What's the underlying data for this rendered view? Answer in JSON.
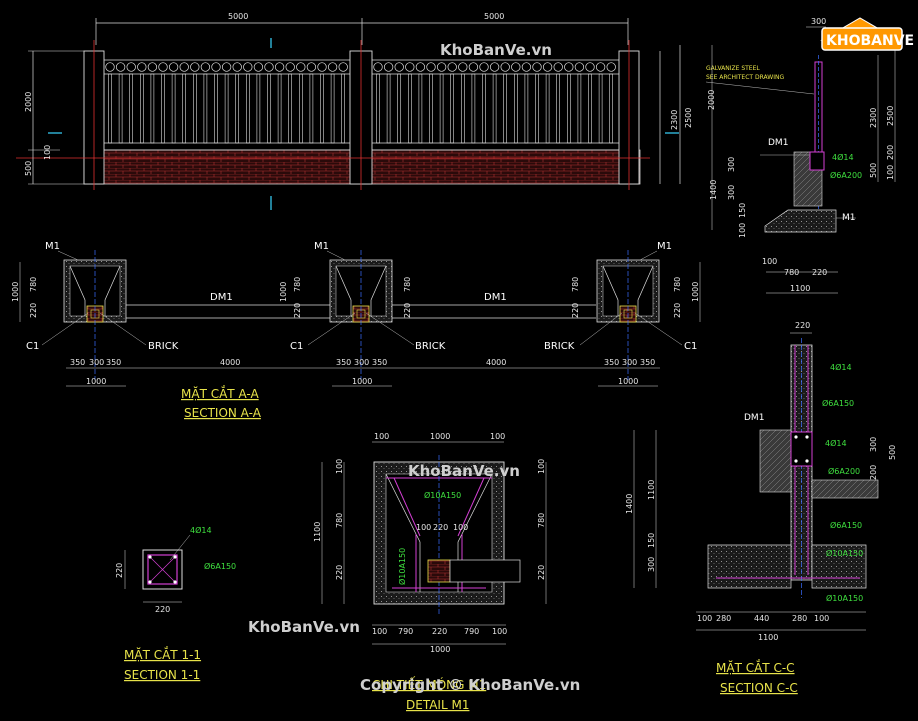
{
  "watermark": {
    "site": "KhoBanVe.vn",
    "copyright": "Copyright © KhoBanVe.vn",
    "logo": "KHOBANVE"
  },
  "elevation": {
    "span_left": "5000",
    "span_right": "5000",
    "h_2000": "2000",
    "h_100": "100",
    "h_500": "500",
    "h_2300": "2300",
    "h_2500": "2500"
  },
  "side": {
    "w300": "300",
    "note1": "GALVANIZE STEEL",
    "note2": "SEE ARCHITECT DRAWING",
    "dm1": "DM1",
    "m1": "M1",
    "rebar_main": "4Ø14",
    "stirrup": "Ø6A200",
    "d2000": "2000",
    "d2300": "2300",
    "d2500": "2500",
    "d300": "300",
    "d1400": "1400",
    "d100": "100",
    "d300b": "300",
    "d150": "150",
    "d500": "500",
    "d200": "200",
    "d100b": "100",
    "w100": "100",
    "w780": "780",
    "w220": "220",
    "w1100": "1100"
  },
  "planA": {
    "m1": "M1",
    "dm1": "DM1",
    "c1": "C1",
    "brick": "BRICK",
    "h1000": "1000",
    "h780": "780",
    "h220": "220",
    "w350": "350",
    "w300": "300",
    "w4000": "4000",
    "w1000": "1000",
    "title_vn": "MẶT CẮT A-A",
    "title_en": "SECTION A-A"
  },
  "sec11": {
    "rebar": "4Ø14",
    "stirrup": "Ø6A150",
    "w220": "220",
    "h220": "220",
    "title_vn": "MẶT CẮT 1-1",
    "title_en": "SECTION 1-1"
  },
  "detailM1": {
    "w100": "100",
    "w1000": "1000",
    "rebar_top": "Ø10A150",
    "rebar_side": "Ø10A150",
    "h100": "100",
    "h780": "780",
    "h1100": "1100",
    "h220": "220",
    "s100": "100",
    "s220": "220",
    "b790": "790",
    "b220": "220",
    "b1000": "1000",
    "title_vn": "CHI TIẾT MÓNG M1",
    "title_en": "DETAIL M1"
  },
  "secC": {
    "w220": "220",
    "rebar_main": "4Ø14",
    "stirrup_top": "Ø6A150",
    "dm1": "DM1",
    "rebar_beam": "4Ø14",
    "stirrup_beam": "Ø6A200",
    "stirrup_low": "Ø6A150",
    "bar1": "Ø10A150",
    "bar2": "Ø10A150",
    "d1400": "1400",
    "d1100": "1100",
    "d150": "150",
    "d300": "300",
    "d300b": "300",
    "d500": "500",
    "d200": "200",
    "w100": "100",
    "w280": "280",
    "w440": "440",
    "w1100": "1100",
    "title_vn": "MẶT CẮT C-C",
    "title_en": "SECTION C-C"
  }
}
